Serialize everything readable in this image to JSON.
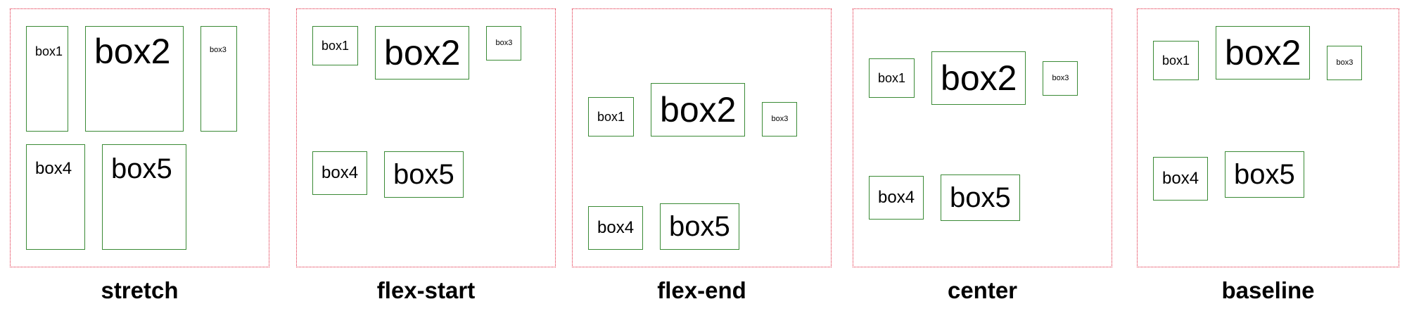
{
  "panels": [
    {
      "id": "stretch",
      "caption": "stretch",
      "boxes": [
        "box1",
        "box2",
        "box3",
        "box4",
        "box5"
      ]
    },
    {
      "id": "flex-start",
      "caption": "flex-start",
      "boxes": [
        "box1",
        "box2",
        "box3",
        "box4",
        "box5"
      ]
    },
    {
      "id": "flex-end",
      "caption": "flex-end",
      "boxes": [
        "box1",
        "box2",
        "box3",
        "box4",
        "box5"
      ]
    },
    {
      "id": "center",
      "caption": "center",
      "boxes": [
        "box1",
        "box2",
        "box3",
        "box4",
        "box5"
      ]
    },
    {
      "id": "baseline",
      "caption": "baseline",
      "boxes": [
        "box1",
        "box2",
        "box3",
        "box4",
        "box5"
      ]
    }
  ],
  "colors": {
    "container_border": "#e0203a",
    "box_border": "#3a8a35"
  }
}
